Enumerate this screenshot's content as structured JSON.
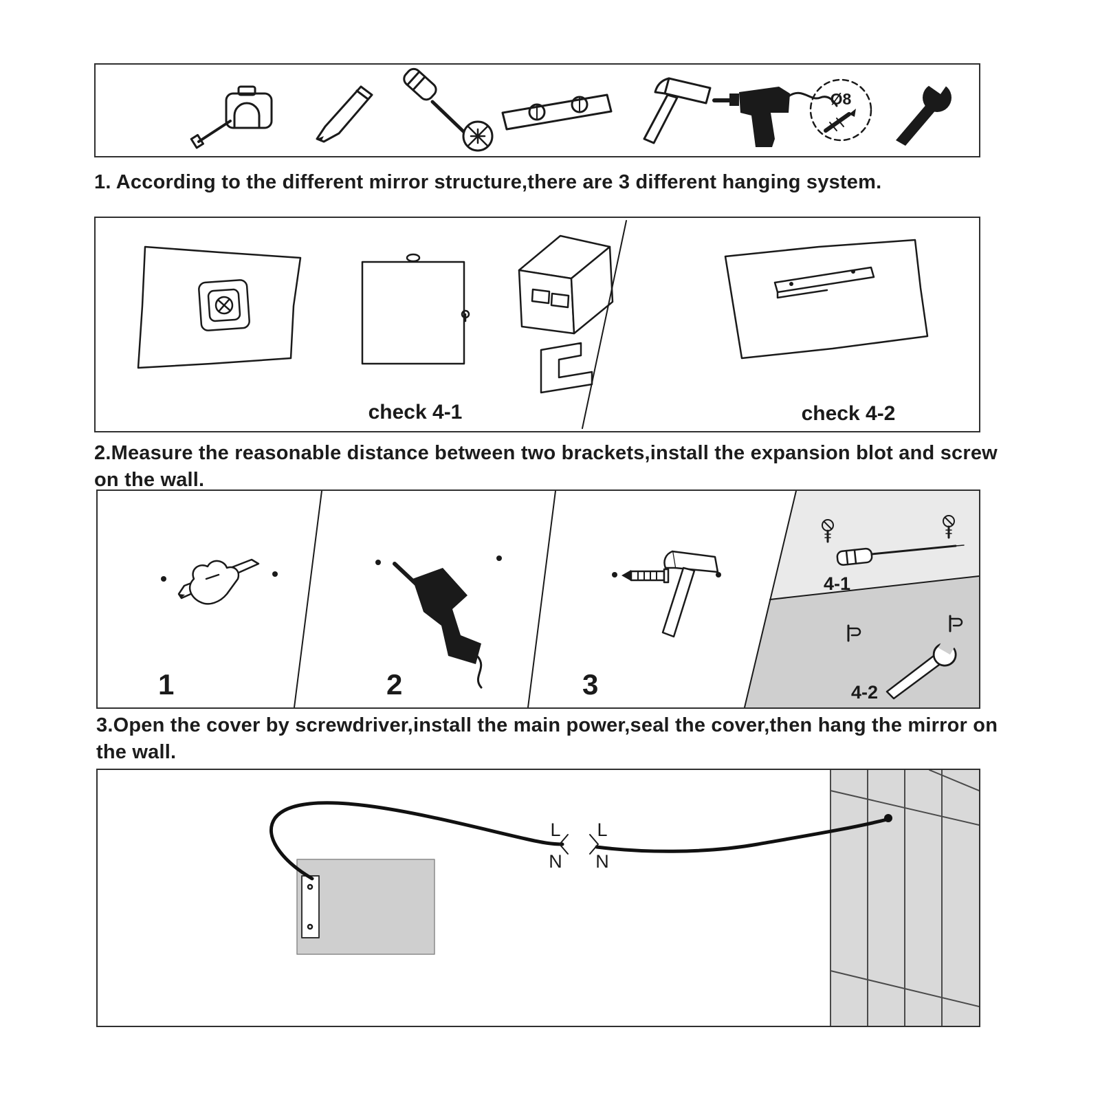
{
  "doc": {
    "steps": {
      "step1_line1": "1. According to the different mirror structure,there are 3 different hanging system.",
      "step2_line1": "2.Measure the reasonable distance between two brackets,install the expansion blot and screw",
      "step2_line2": "on the wall.",
      "step3_line1": "3.Open the cover by screwdriver,install the main power,seal the cover,then hang the mirror on",
      "step3_line2": "the wall."
    },
    "tools": {
      "drill_diameter_label": "Ø8",
      "names": [
        "tape-measure",
        "pencil",
        "phillips-screwdriver",
        "spirit-level",
        "hammer",
        "power-drill",
        "drill-bit-8mm",
        "wrench"
      ]
    },
    "hanging": {
      "check_label_1": "check 4-1",
      "check_label_2": "check 4-2"
    },
    "mounting": {
      "panel1_label": "1",
      "panel2_label": "2",
      "panel3_label": "3",
      "panel41_label": "4-1",
      "panel42_label": "4-2"
    },
    "wiring": {
      "left_live": "L",
      "left_neutral": "N",
      "right_live": "L",
      "right_neutral": "N"
    },
    "colors": {
      "ink": "#1a1a1a",
      "panel_light_gray": "#eaeaea",
      "panel_dark_gray": "#cfcfcf",
      "wall_gray": "#d9d9d9",
      "junction_box_gray": "#cfcfcf"
    }
  }
}
